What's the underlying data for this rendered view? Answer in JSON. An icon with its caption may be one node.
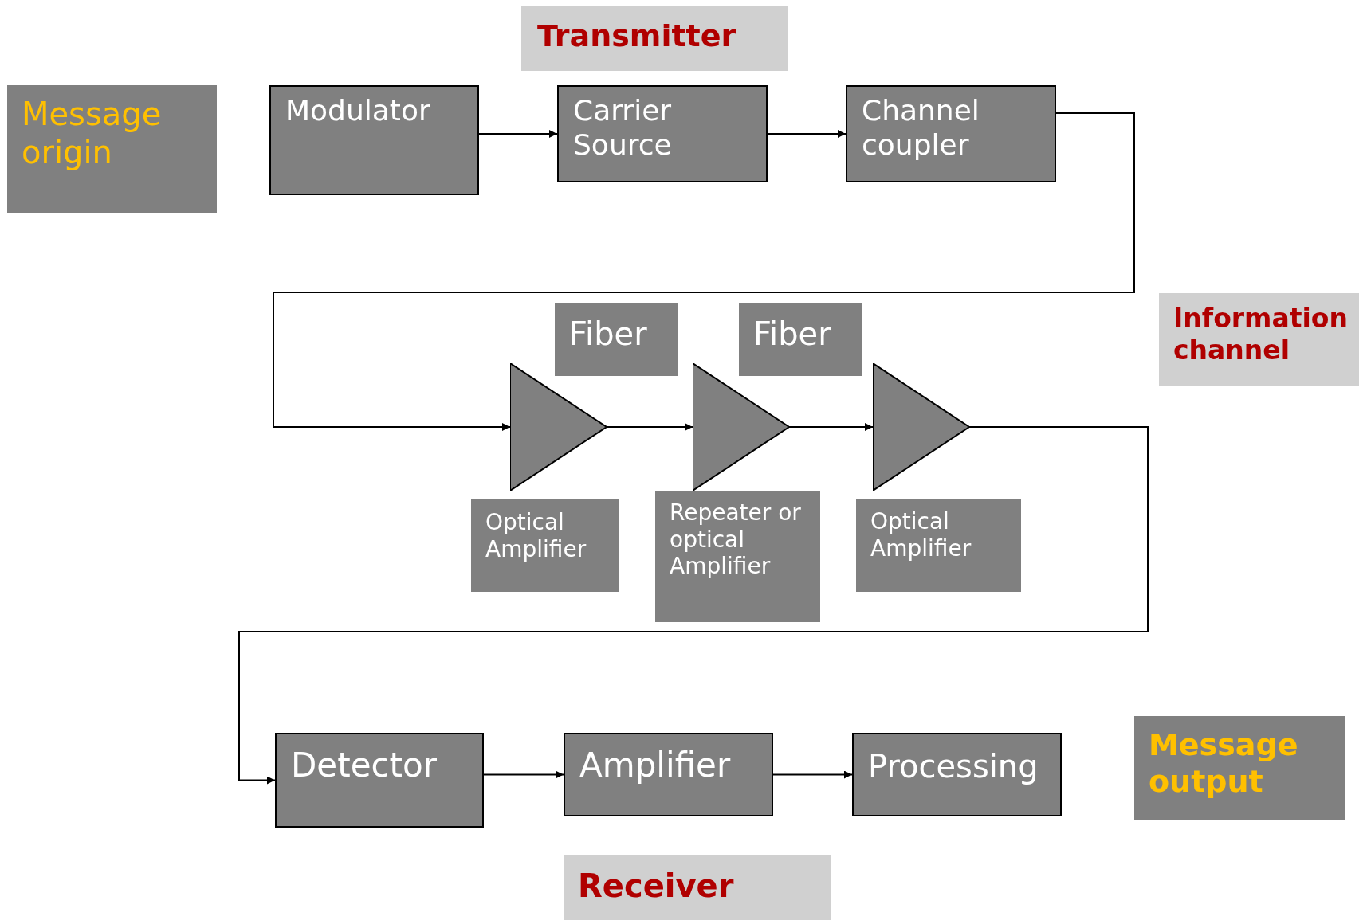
{
  "diagram": {
    "nodes": [
      {
        "text": [
          "Transmitter"
        ]
      },
      {
        "text": [
          "Message origin"
        ]
      },
      {
        "text": [
          "Modulator"
        ]
      },
      {
        "text": [
          "Carrier Source"
        ]
      },
      {
        "text": [
          "Channel coupler"
        ]
      },
      {
        "text": [
          "Information channel"
        ]
      },
      {
        "text": [
          "Fiber"
        ]
      },
      {
        "text": [
          "Fiber"
        ]
      },
      {
        "text": [],
        "shape": "triangle"
      },
      {
        "text": [],
        "shape": "triangle"
      },
      {
        "text": [],
        "shape": "triangle"
      },
      {
        "text": [
          "Optical Amplifier"
        ]
      },
      {
        "text": [
          "Repeater or optical Amplifier"
        ]
      },
      {
        "text": [
          "Optical Amplifier"
        ]
      },
      {
        "text": [
          "Detector"
        ]
      },
      {
        "text": [
          "Amplifier"
        ]
      },
      {
        "text": [
          "Processing"
        ]
      },
      {
        "text": [
          "Message output"
        ]
      },
      {
        "text": [
          "Receiver"
        ]
      }
    ],
    "edges": [
      {
        "from": 2,
        "to": 3,
        "arrow": "to"
      },
      {
        "from": 3,
        "to": 4,
        "arrow": "to"
      },
      {
        "from": 4,
        "to": 8,
        "arrow": "to"
      },
      {
        "from": 8,
        "to": 9,
        "arrow": "to"
      },
      {
        "from": 9,
        "to": 10,
        "arrow": "to"
      },
      {
        "from": 10,
        "to": 14,
        "arrow": "to"
      },
      {
        "from": 14,
        "to": 15,
        "arrow": "to"
      },
      {
        "from": 15,
        "to": 16,
        "arrow": "to"
      }
    ]
  }
}
